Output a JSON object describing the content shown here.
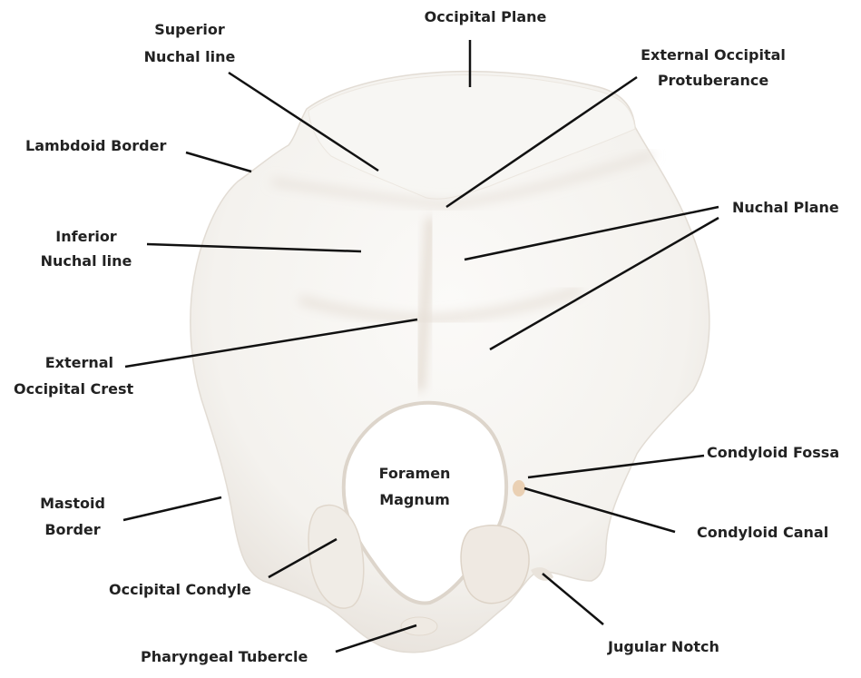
{
  "labels": {
    "occipital_plane": "Occipital Plane",
    "superior_nuchal_line_1": "Superior",
    "superior_nuchal_line_2": "Nuchal line",
    "external_occipital_protuberance_1": "External Occipital",
    "external_occipital_protuberance_2": "Protuberance",
    "lambdoid_border": "Lambdoid Border",
    "nuchal_plane": "Nuchal Plane",
    "inferior_nuchal_line_1": "Inferior",
    "inferior_nuchal_line_2": "Nuchal line",
    "external_occipital_crest_1": "External",
    "external_occipital_crest_2": "Occipital Crest",
    "foramen_magnum_1": "Foramen",
    "foramen_magnum_2": "Magnum",
    "condyloid_fossa": "Condyloid Fossa",
    "mastoid_border_1": "Mastoid",
    "mastoid_border_2": "Border",
    "condyloid_canal": "Condyloid Canal",
    "occipital_condyle": "Occipital Condyle",
    "jugular_notch": "Jugular Notch",
    "pharyngeal_tubercle": "Pharyngeal Tubercle"
  },
  "colors": {
    "bone": "#f4f2ee",
    "bone_shadow": "#e3ddd6",
    "bone_highlight": "#fbfaf8",
    "canal_tint": "#e8c9a8",
    "leader_line": "#111111",
    "label_text": "#222222"
  }
}
